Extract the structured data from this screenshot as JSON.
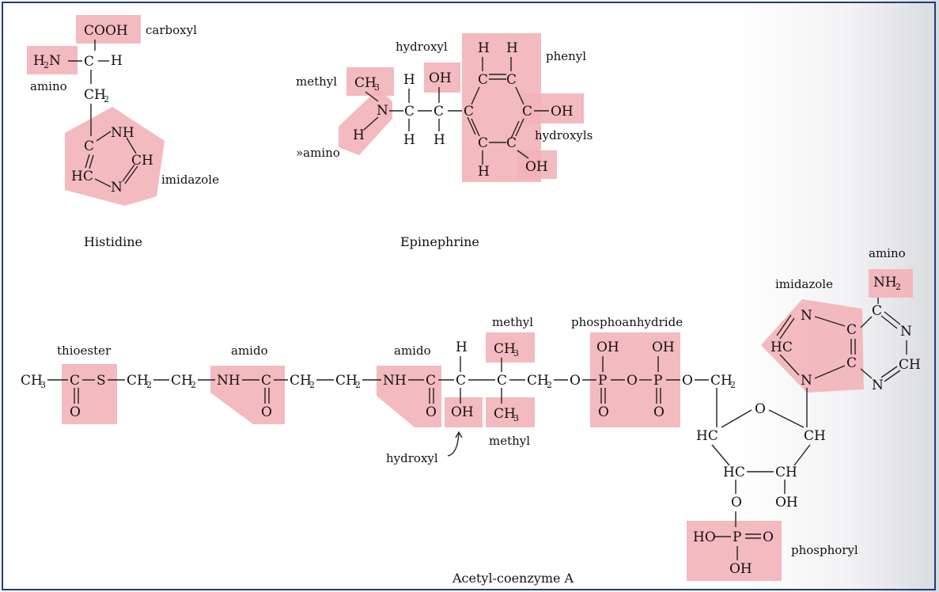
{
  "colors": {
    "highlight": "#f2b3b8",
    "frame": "#1d3d75",
    "bond": "#222222"
  },
  "histidine": {
    "name": "Histidine",
    "atoms": {
      "cooh": "COOH",
      "h2n": "H",
      "h2n_sub": "2",
      "h2n_n": "N",
      "c": "C",
      "h": "H",
      "ch2": "CH",
      "ch2_sub": "2",
      "nh": "NH",
      "c_ring": "C",
      "ch_ring": "CH",
      "hc_ring": "HC",
      "n_ring": "N"
    },
    "labels": {
      "carboxyl": "carboxyl",
      "amino": "amino",
      "imidazole": "imidazole"
    }
  },
  "epinephrine": {
    "name": "Epinephrine",
    "atoms": {
      "ch3": "CH",
      "ch3_sub": "3",
      "n": "N",
      "h_n": "H",
      "c1": "C",
      "c2": "C",
      "h_top1": "H",
      "h_bot1": "H",
      "h_bot2": "H",
      "oh_top": "OH",
      "c_ring1": "C",
      "c_ring2": "C",
      "c_ring3": "C",
      "c_ring4": "C",
      "c_ring5": "C",
      "c_ring6": "C",
      "h_ring1": "H",
      "h_ring2": "H",
      "h_ring3": "H",
      "oh_ring1": "OH",
      "oh_ring2": "OH"
    },
    "labels": {
      "hydroxyl": "hydroxyl",
      "phenyl": "phenyl",
      "methyl": "methyl",
      "hydroxyls": "hydroxyls",
      "amino": "»amino"
    }
  },
  "acetylcoa": {
    "name": "Acetyl-coenzyme A",
    "atoms": {
      "ch3": "CH",
      "ch3_sub": "3",
      "c1": "C",
      "s": "S",
      "o1": "O",
      "ch2a": "CH",
      "ch2a_sub": "2",
      "ch2b": "CH",
      "ch2b_sub": "2",
      "nh1": "NH",
      "c2": "C",
      "o2": "O",
      "ch2c": "CH",
      "ch2c_sub": "2",
      "ch2d": "CH",
      "ch2d_sub": "2",
      "nh2": "NH",
      "c3": "C",
      "o3": "O",
      "h": "H",
      "c4": "C",
      "oh": "OH",
      "c5": "C",
      "ch3a": "CH",
      "ch3a_sub": "3",
      "ch3b": "CH",
      "ch3b_sub": "3",
      "ch2e": "CH",
      "ch2e_sub": "2",
      "o4": "O",
      "p1": "P",
      "oh_p1": "OH",
      "o_p1": "O",
      "o5": "O",
      "p2": "P",
      "oh_p2": "OH",
      "o_p2": "O",
      "o6": "O",
      "ch2f": "CH",
      "ch2f_sub": "2",
      "o_ring": "O",
      "hc_ring1": "HC",
      "ch_ring1": "CH",
      "hc_ring2": "HC",
      "ch_ring2": "CH",
      "o7": "O",
      "oh_ring": "OH",
      "ho_p3": "HO",
      "p3": "P",
      "o_p3": "O",
      "oh_p3": "OH",
      "n_im1": "N",
      "c_im1": "C",
      "c_im2": "C",
      "hc_im": "HC",
      "n_im2": "N",
      "c_pur1": "C",
      "n_pur1": "N",
      "ch_pur": "CH",
      "n_pur2": "N",
      "nh2_pur": "NH",
      "nh2_sub": "2"
    },
    "labels": {
      "thioester": "thioester",
      "amido1": "amido",
      "amido2": "amido",
      "methyl1": "methyl",
      "methyl2": "methyl",
      "hydroxyl": "hydroxyl",
      "phosphoanhydride": "phosphoanhydride",
      "phosphoryl": "phosphoryl",
      "imidazole": "imidazole",
      "amino": "amino"
    }
  }
}
